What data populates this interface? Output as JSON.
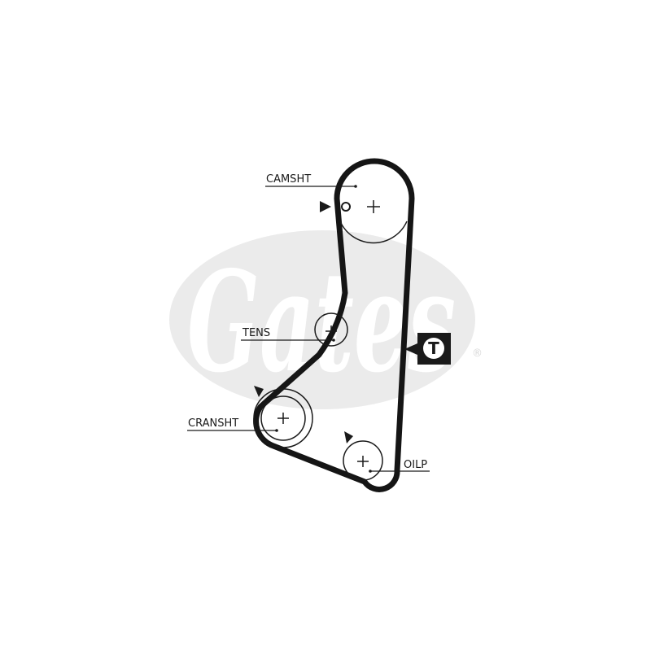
{
  "colors": {
    "belt": "#151515",
    "line": "#1a1a1a",
    "watermark": "#ebebeb",
    "badge_bg": "#1a1a1a",
    "badge_fg": "#ffffff"
  },
  "watermark": {
    "brand": "Gates",
    "registered": "®"
  },
  "labels": {
    "camshaft": "CAMSHT",
    "tensioner": "TENS",
    "crankshaft": "CRANSHT",
    "oil_pump": "OILP"
  },
  "badge": {
    "letter": "T",
    "icon": "tensioner-badge-icon"
  }
}
